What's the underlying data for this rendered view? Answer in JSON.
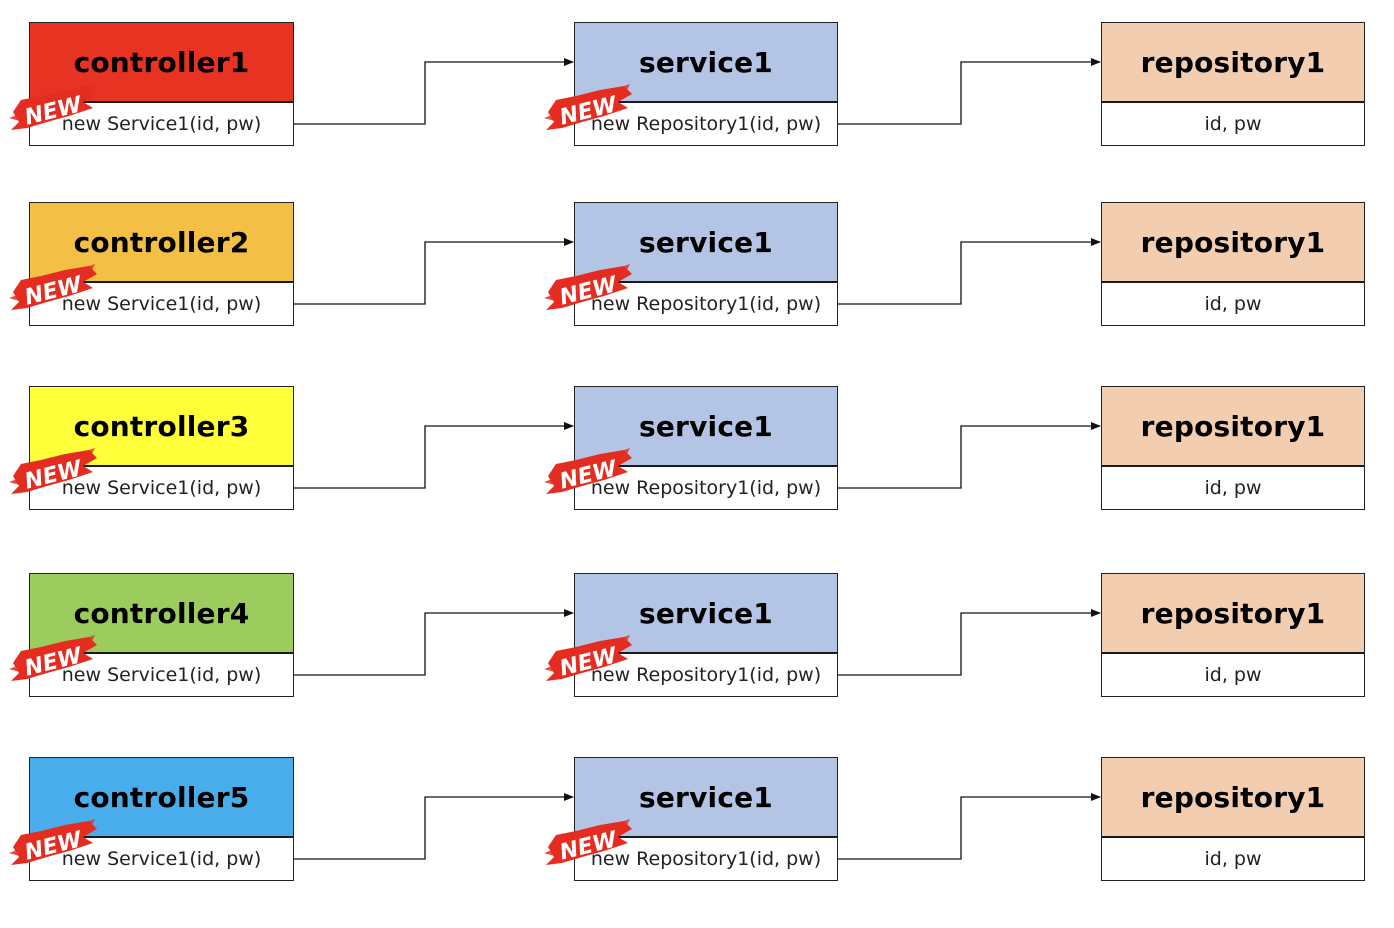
{
  "badge": {
    "text": "NEW",
    "color": "#e42d20"
  },
  "columns": [
    {
      "role": "controller",
      "head_fill": null
    },
    {
      "role": "service",
      "head_fill": "#b4c4e4"
    },
    {
      "role": "repository",
      "head_fill": "#f3cdb0"
    }
  ],
  "rows": [
    {
      "controller": {
        "title": "controller1",
        "body": "new Service1(id, pw)",
        "color": "#e83323"
      },
      "service": {
        "title": "service1",
        "body": "new Repository1(id, pw)"
      },
      "repository": {
        "title": "repository1",
        "body": "id, pw"
      }
    },
    {
      "controller": {
        "title": "controller2",
        "body": "new Service1(id, pw)",
        "color": "#f4bf45"
      },
      "service": {
        "title": "service1",
        "body": "new Repository1(id, pw)"
      },
      "repository": {
        "title": "repository1",
        "body": "id, pw"
      }
    },
    {
      "controller": {
        "title": "controller3",
        "body": "new Service1(id, pw)",
        "color": "#ffff3a"
      },
      "service": {
        "title": "service1",
        "body": "new Repository1(id, pw)"
      },
      "repository": {
        "title": "repository1",
        "body": "id, pw"
      }
    },
    {
      "controller": {
        "title": "controller4",
        "body": "new Service1(id, pw)",
        "color": "#9ccc5e"
      },
      "service": {
        "title": "service1",
        "body": "new Repository1(id, pw)"
      },
      "repository": {
        "title": "repository1",
        "body": "id, pw"
      }
    },
    {
      "controller": {
        "title": "controller5",
        "body": "new Service1(id, pw)",
        "color": "#49aceb"
      },
      "service": {
        "title": "service1",
        "body": "new Repository1(id, pw)"
      },
      "repository": {
        "title": "repository1",
        "body": "id, pw"
      }
    }
  ]
}
